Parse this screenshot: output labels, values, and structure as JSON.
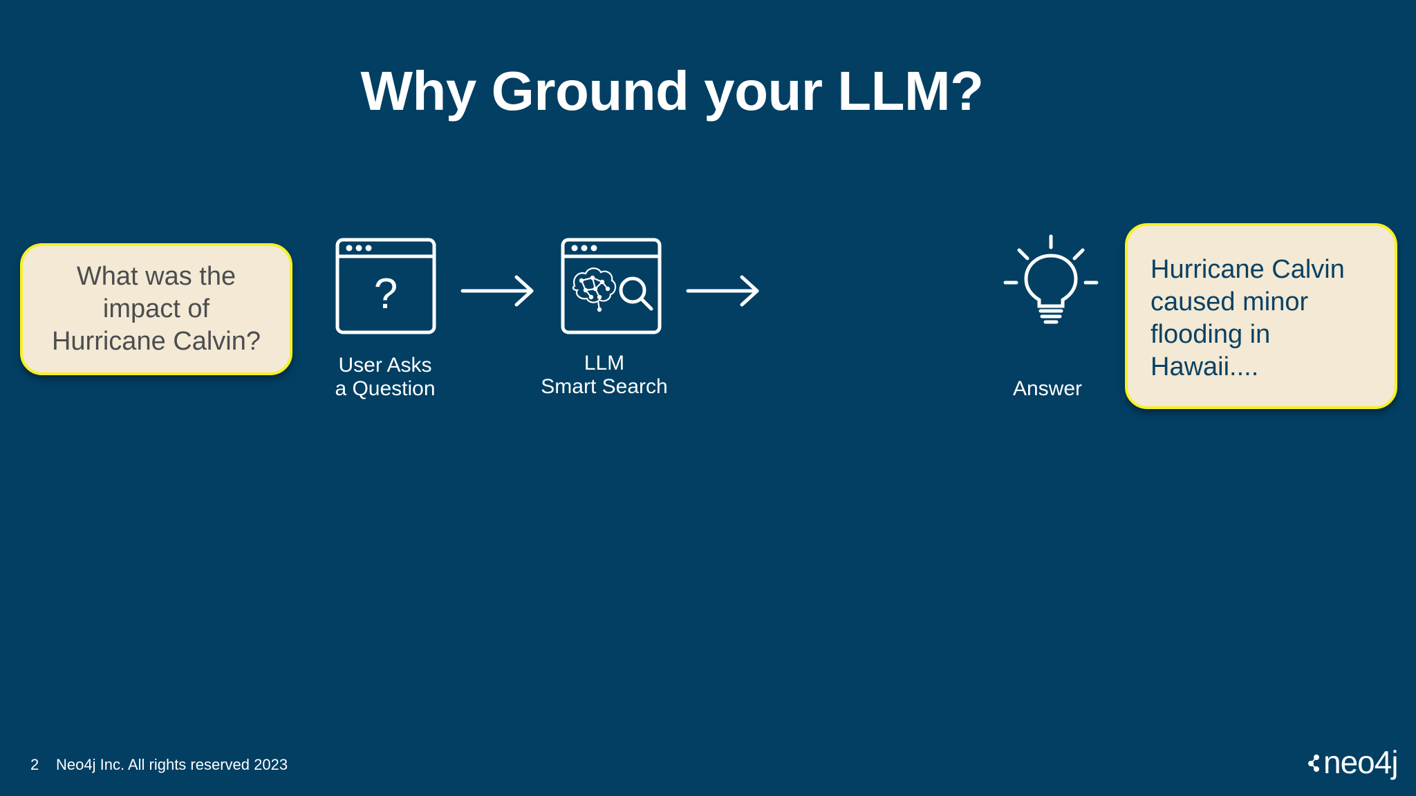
{
  "slide": {
    "title": "Why Ground your LLM?",
    "page_number": "2",
    "footer": "Neo4j Inc. All rights reserved 2023",
    "logo_text": "neo4j"
  },
  "question_bubble": {
    "text": "What was the\nimpact of\nHurricane Calvin?"
  },
  "steps": [
    {
      "icon": "browser-question-icon",
      "caption": "User Asks\na Question"
    },
    {
      "icon": "browser-brain-search-icon",
      "caption": "LLM\nSmart Search"
    },
    {
      "icon": "lightbulb-icon",
      "caption": "Answer"
    }
  ],
  "answer_bubble": {
    "text": "Hurricane Calvin\ncaused minor\nflooding in\nHawaii...."
  },
  "colors": {
    "background": "#023f63",
    "bubble_fill": "#f3e9d4",
    "bubble_border": "#f6f125",
    "question_text": "#4b4d4f",
    "answer_text": "#0a4164"
  }
}
